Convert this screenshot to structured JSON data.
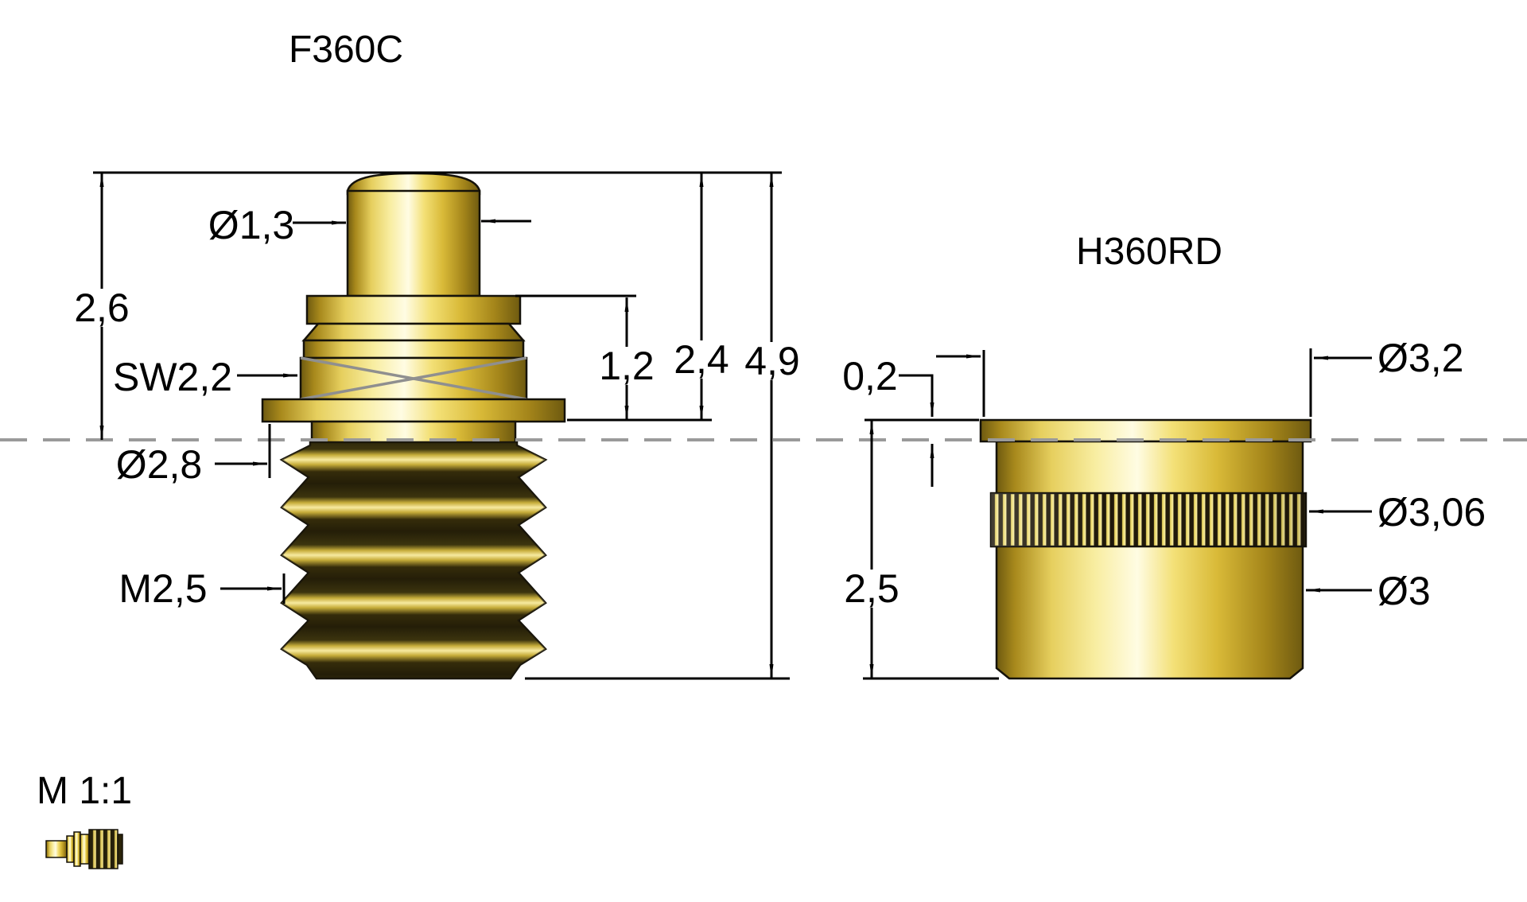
{
  "drawing": {
    "type": "technical-dimension-drawing",
    "scale_note": "M 1:1",
    "units_style": "metric-comma-decimal"
  },
  "titles": {
    "left_part": "F360C",
    "right_part": "H360RD"
  },
  "left_part": {
    "name": "F360C",
    "dims": {
      "tip_diameter": "Ø1,3",
      "exposed_height": "2,6",
      "hex_size": "SW2,2",
      "flange_diameter": "Ø2,8",
      "thread": "M2,5",
      "collar_to_flange": "1,2",
      "tip_to_flange": "2,4",
      "total_length": "4,9"
    }
  },
  "right_part": {
    "name": "H360RD",
    "dims": {
      "flange_thickness": "0,2",
      "sleeve_length": "2,5",
      "flange_diameter": "Ø3,2",
      "knurl_diameter": "Ø3,06",
      "body_diameter": "Ø3"
    }
  },
  "colors": {
    "background": "#ffffff",
    "line": "#000000",
    "centerline": "#9a9a9a",
    "hex_cross": "#8f8f8f",
    "brass_highlight": "#fffce3",
    "brass_light": "#f8eda0",
    "brass_mid": "#e6cf5e",
    "brass_dark": "#6e5a10",
    "thread_dark": "#241e08"
  }
}
